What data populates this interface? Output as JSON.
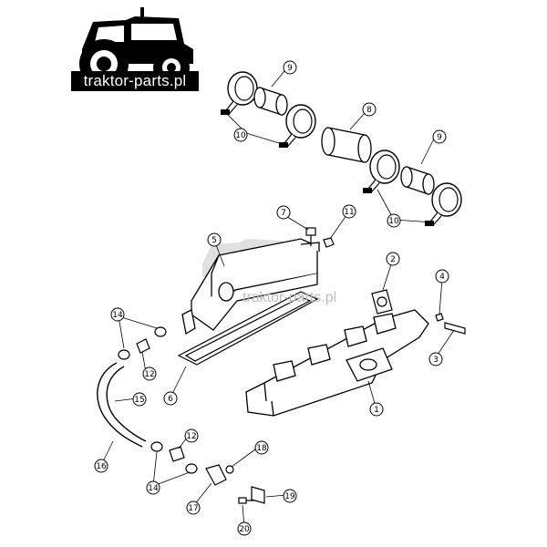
{
  "logo": {
    "text": "traktor-parts.pl",
    "icon": "tractor-icon"
  },
  "watermark": {
    "text": "traktor-parts.pl",
    "icon": "tractor-icon"
  },
  "callouts": [
    {
      "id": "c9a",
      "label": "9"
    },
    {
      "id": "c8",
      "label": "8"
    },
    {
      "id": "c10a",
      "label": "10"
    },
    {
      "id": "c9b",
      "label": "9"
    },
    {
      "id": "c10b",
      "label": "10"
    },
    {
      "id": "c7",
      "label": "7"
    },
    {
      "id": "c11",
      "label": "11"
    },
    {
      "id": "c5",
      "label": "5"
    },
    {
      "id": "c2",
      "label": "2"
    },
    {
      "id": "c4",
      "label": "4"
    },
    {
      "id": "c14a",
      "label": "14"
    },
    {
      "id": "c3",
      "label": "3"
    },
    {
      "id": "c12a",
      "label": "12"
    },
    {
      "id": "c6",
      "label": "6"
    },
    {
      "id": "c1",
      "label": "1"
    },
    {
      "id": "c15",
      "label": "15"
    },
    {
      "id": "c12b",
      "label": "12"
    },
    {
      "id": "c18",
      "label": "18"
    },
    {
      "id": "c16",
      "label": "16"
    },
    {
      "id": "c14b",
      "label": "14"
    },
    {
      "id": "c19",
      "label": "19"
    },
    {
      "id": "c17",
      "label": "17"
    },
    {
      "id": "c20",
      "label": "20"
    }
  ]
}
